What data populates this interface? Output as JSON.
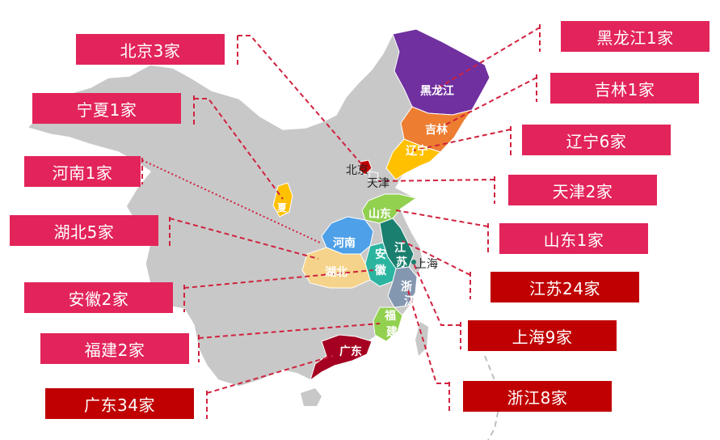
{
  "labels": {
    "beijing": "北京3家",
    "ningxia": "宁夏1家",
    "henan": "河南1家",
    "hubei": "湖北5家",
    "anhui": "安徽2家",
    "fujian": "福建2家",
    "guangdong": "广东34家",
    "heilongjiang": "黑龙江1家",
    "jilin": "吉林1家",
    "liaoning": "辽宁6家",
    "tianjin": "天津2家",
    "shandong": "山东1家",
    "jiangsu": "江苏24家",
    "shanghai": "上海9家",
    "zhejiang": "浙江8家"
  },
  "map_names": {
    "heilongjiang": "黑龙江",
    "jilin": "吉林",
    "liaoning": "辽宁",
    "beijing": "北京",
    "tianjin": "天津",
    "ningxia": "夏",
    "shandong": "山东",
    "henan": "河南",
    "jiangsu_1": "江",
    "jiangsu_2": "苏",
    "shanghai": "上海",
    "anhui_1": "安",
    "anhui_2": "徽",
    "hubei": "湖北",
    "zhejiang_1": "浙",
    "zhejiang_2": "江",
    "fujian_1": "福",
    "fujian_2": "建",
    "guangdong": "广东"
  },
  "colors": {
    "map_base": "#c8c8c8",
    "label_pink": "#e2245a",
    "label_red": "#c00000",
    "heilongjiang": "#7030a0",
    "jilin": "#ed7d31",
    "liaoning": "#ffc000",
    "beijing": "#c00000",
    "ningxia": "#ffc000",
    "shandong": "#92d050",
    "henan": "#4ea0e8",
    "jiangsu": "#1a7f6e",
    "anhui": "#2bb5a0",
    "hubei": "#f5d38a",
    "zhejiang": "#8497b0",
    "fujian": "#92d050",
    "guangdong": "#a50021"
  }
}
